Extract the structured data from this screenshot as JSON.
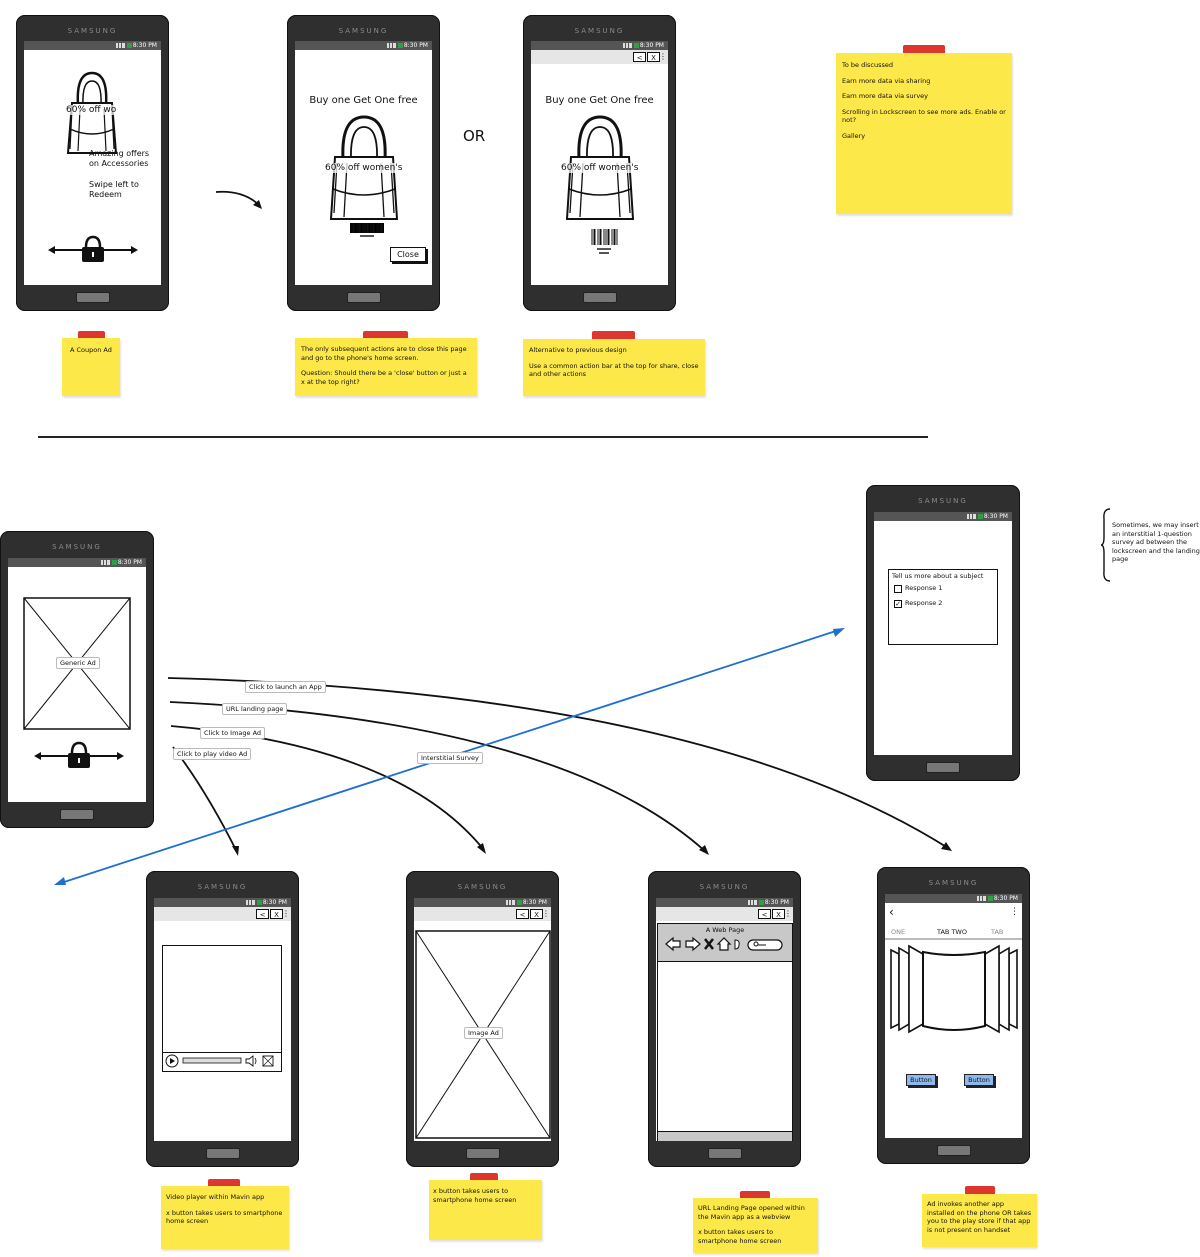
{
  "phone": {
    "brand": "SAMSUNG",
    "time": "8:30 PM"
  },
  "coupon_lock": {
    "offer_overlay": "60% off wo",
    "text1": "Amazing offers on Accessories",
    "text2": "Swipe left to Redeem"
  },
  "coupon_landing": {
    "headline": "Buy one Get One free",
    "offer": "60% off women's",
    "close_label": "Close"
  },
  "coupon_alt": {
    "headline": "Buy one Get One free",
    "offer": "60% off women's",
    "back_label": "<",
    "close_label": "X",
    "more_label": "⋮"
  },
  "or_label": "OR",
  "notes": {
    "discuss": [
      "To be discussed",
      "Earn more data via sharing",
      "Earn more data via survey",
      "Scrolling in Lockscreen to see more ads. Enable or not?",
      "Gallery"
    ],
    "coupon_ad": "A Coupon Ad",
    "landing": [
      "The only subsequent actions are to close this page and go to the phone's home screen.",
      "Question: Should there be a 'close' button or just a x at the top right?"
    ],
    "alternative": [
      "Alternative to previous design",
      "Use a common action bar at the top for share, close and other actions"
    ],
    "video": [
      "Video player within Mavin app",
      "x button takes users to smartphone home screen"
    ],
    "image": [
      "x button takes users to smartphone home screen"
    ],
    "url": [
      "URL Landing Page opened within the Mavin app as a webview",
      "x button takes users to smartphone home screen"
    ],
    "app": [
      "Ad invokes another app installed on the phone OR takes you to the play store if that app is not present on handset"
    ]
  },
  "generic": {
    "ad_label": "Generic Ad"
  },
  "survey": {
    "question": "Tell us more about a subject",
    "response1": "Response 1",
    "response2": "Response 2",
    "response2_checked": true
  },
  "side_note": "Sometimes, we may insert an interstitial 1-question survey ad between the lockscreen and the landing page",
  "flows": {
    "launch_app": "Click to launch an App",
    "url_landing": "URL landing page",
    "image_ad": "Click to Image Ad",
    "video_ad": "Click to play video Ad",
    "interstitial": "Interstitial Survey"
  },
  "image_ad": {
    "label": "Image Ad"
  },
  "web": {
    "title": "A Web Page"
  },
  "app_screen": {
    "tabs": [
      "ONE",
      "TAB TWO",
      "TAB"
    ],
    "button1": "Button",
    "button2": "Button"
  },
  "colors": {
    "note": "#fde84a",
    "tape": "#d9251d",
    "phone": "#2f2f2f",
    "flow_blue": "#1f6fd1"
  }
}
